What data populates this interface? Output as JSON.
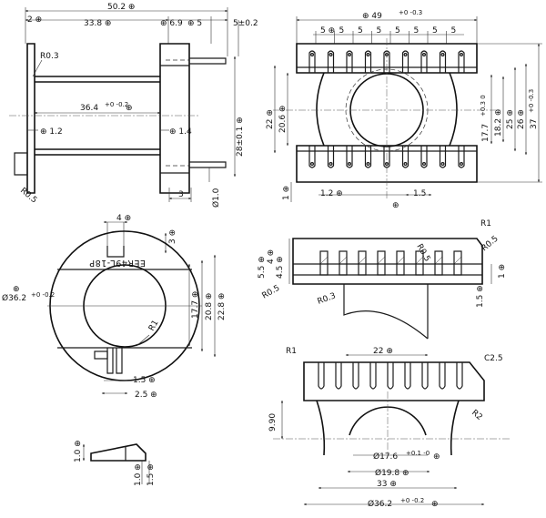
{
  "views": {
    "side": {
      "overall_width": "50.2 ⊕",
      "left_flange_offset": "2 ⊕",
      "pin_row_span": "33.8 ⊕",
      "pin_pitch_a": "⊕ 6.9",
      "pin_pitch_b": "⊕ 5",
      "pin_length": "5±0.2",
      "corner_radius_top": "R0.3",
      "inner_length": "36.4",
      "inner_length_tol": "+0 -0.2",
      "inner_length_sym": "⊕",
      "wall_left": "⊕ 1.2",
      "wall_right": "⊕ 1.4",
      "height": "28±0.1 ⊕",
      "corner_radius_bottom": "R0.5",
      "pin_base": "3",
      "pin_diameter": "Ø1.0"
    },
    "top": {
      "overall_width": "⊕ 49",
      "overall_width_tol": "+0 -0.3",
      "slot_pitch": [
        "5 ⊕",
        "5",
        "5",
        "5",
        "5",
        "5",
        "5",
        "5"
      ],
      "height_outer": "22 ⊕",
      "height_inner": "20.6 ⊕",
      "dim_a": "17.7",
      "dim_a_tol": "+0.3 0",
      "dim_b": "18.2 ⊕",
      "dim_c": "25 ⊕",
      "dim_d": "26 ⊕",
      "dim_e": "37",
      "dim_e_tol": "+0 -0.3",
      "bottom_left": "1 ⊕",
      "slot_width": "1.2 ⊕",
      "slot_gap": "1.5"
    },
    "end": {
      "key_width": "4 ⊕",
      "key_depth": "3 ⊕",
      "part_marking": "EER49L-18P",
      "outer_diameter": "Ø36.2",
      "outer_diameter_tol": "+0 -0.2",
      "outer_diameter_sym": "⊕",
      "bore": "17.7 ⊕",
      "dim_mid": "20.8 ⊕",
      "dim_outer": "22.8 ⊕",
      "radius": "R1",
      "slot_width": "1.5 ⊕",
      "slot_span": "2.5 ⊕"
    },
    "section": {
      "radius_top": "R1",
      "radius_top2": "R0.5",
      "radius_inner": "R0.5",
      "dim_5_5": "5.5 ⊕",
      "dim_4": "4 ⊕",
      "dim_4_5": "4.5 ⊕",
      "dim_1": "1 ⊕",
      "radius_left": "R0.5",
      "radius_left2": "R0.3",
      "dim_1_5": "1.5 ⊕"
    },
    "end_detail": {
      "radius_left": "R1",
      "chamfer": "C2.5",
      "slot_span": "22 ⊕",
      "height": "9.90",
      "radius_right": "R2",
      "bore_a": "Ø17.6",
      "bore_a_tol": "+0.1 -0",
      "bore_a_sym": "⊕",
      "bore_b": "Ø19.8 ⊕",
      "width": "33 ⊕",
      "outer_diameter": "Ø36.2",
      "outer_diameter_tol": "+0 -0.2",
      "outer_diameter_sym": "⊕"
    },
    "pin_detail": {
      "height": "1.0 ⊕",
      "thickness": "1.0 ⊕",
      "depth": "1.5 ⊕"
    }
  }
}
